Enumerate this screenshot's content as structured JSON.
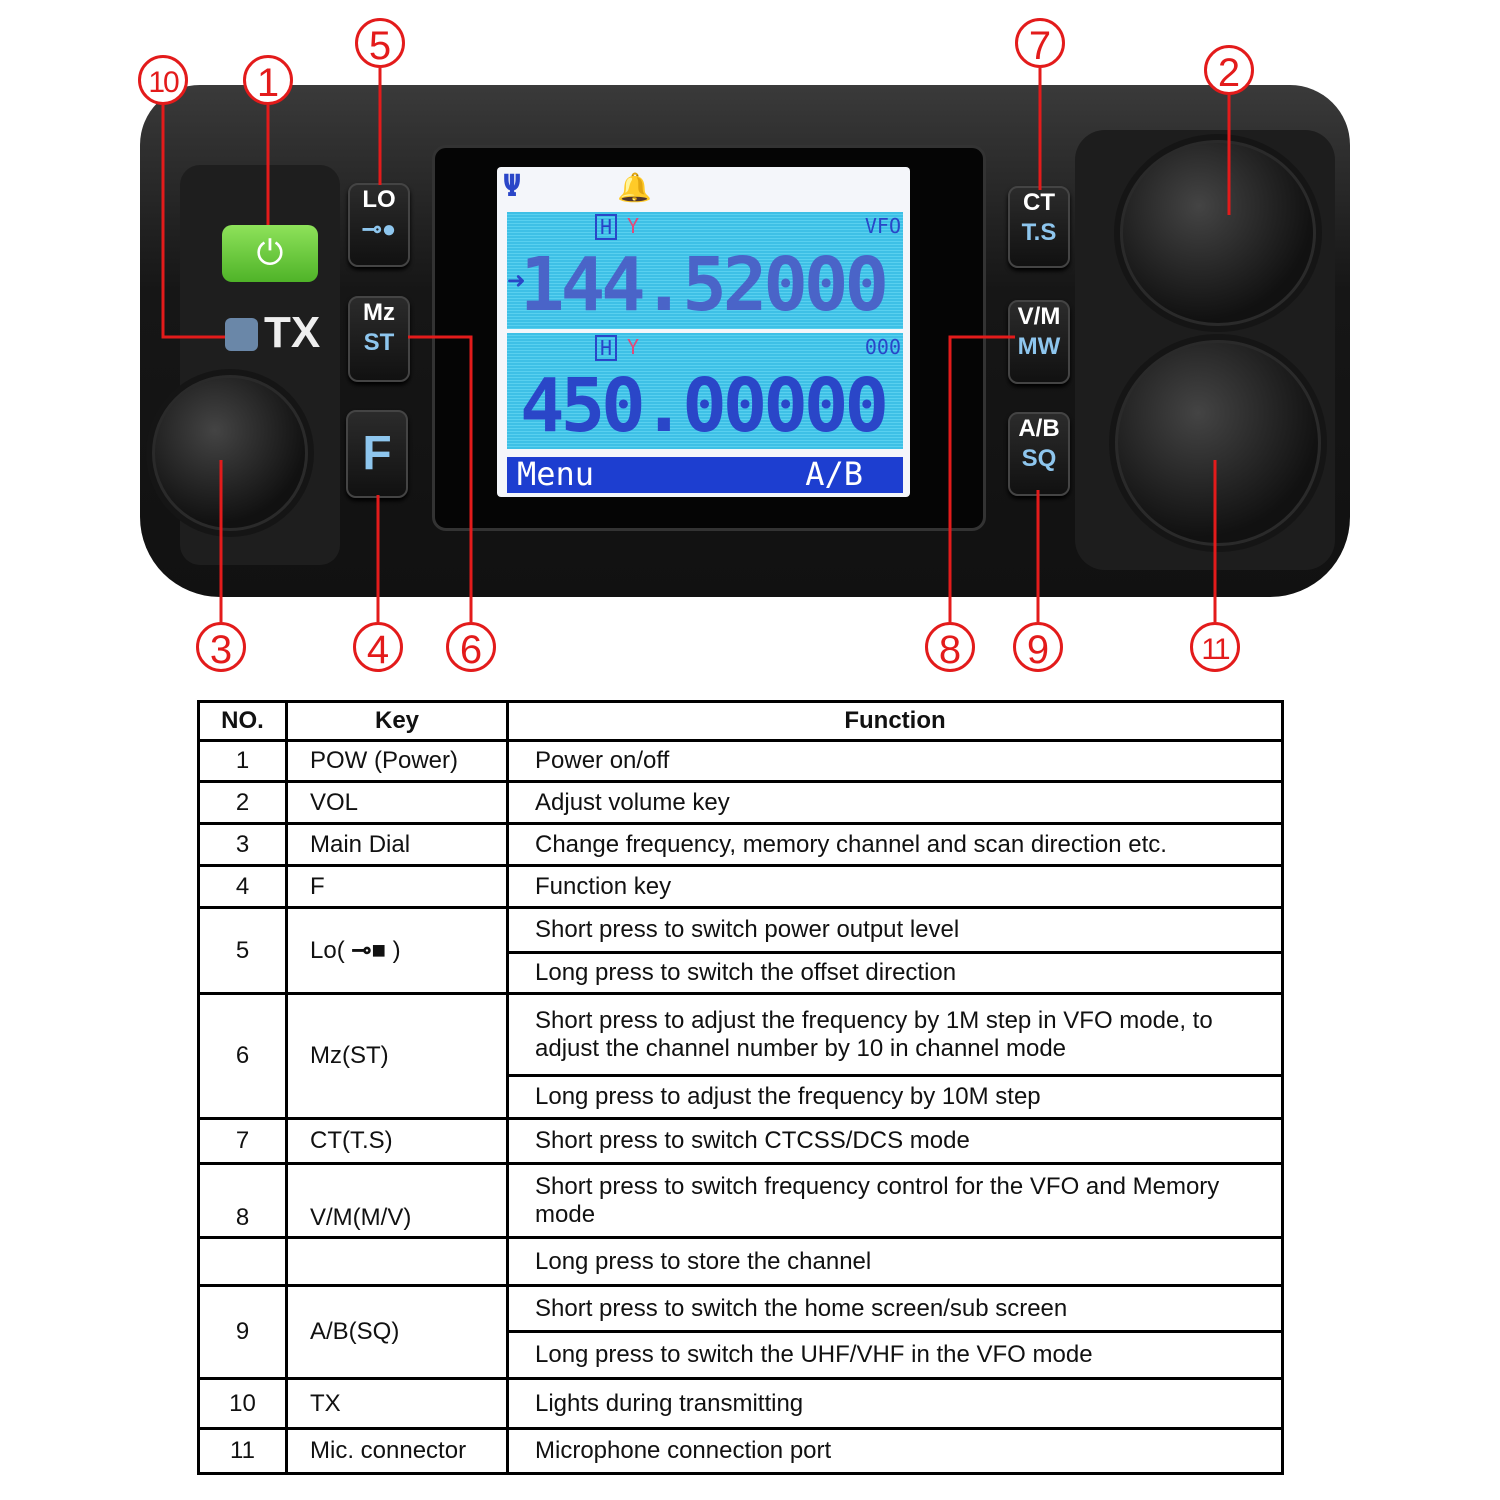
{
  "radio": {
    "lcd": {
      "freq_a": "144.52000",
      "freq_b": "450.00000",
      "mode_a": "VFO",
      "channel_b": "000",
      "power_a": "H",
      "power_b": "H",
      "softkey_left": "Menu",
      "softkey_right": "A/B",
      "icons": [
        "antenna-signal-icon",
        "bell-icon",
        "arrow-right-icon"
      ]
    },
    "keys": {
      "lo": "LO",
      "mz": "Mz",
      "st": "ST",
      "f": "F",
      "ct": "CT",
      "ts": "T.S",
      "vm": "V/M",
      "mw": "MW",
      "ab": "A/B",
      "sq": "SQ",
      "tx": "TX"
    },
    "callouts": [
      "1",
      "2",
      "3",
      "4",
      "5",
      "6",
      "7",
      "8",
      "9",
      "10",
      "11"
    ],
    "colors": {
      "callout": "#e31b1b",
      "power_button": "#6fd13e",
      "lcd_text": "#2a46c8",
      "lcd_band": "#4ac8ea"
    }
  },
  "table": {
    "headers": [
      "NO.",
      "Key",
      "Function"
    ],
    "rows": [
      {
        "no": "1",
        "key": "POW (Power)",
        "functions": [
          "Power on/off"
        ]
      },
      {
        "no": "2",
        "key": "VOL",
        "functions": [
          "Adjust volume key"
        ]
      },
      {
        "no": "3",
        "key": "Main Dial",
        "functions": [
          "Change frequency, memory channel and scan direction etc."
        ]
      },
      {
        "no": "4",
        "key": "F",
        "functions": [
          "Function key"
        ]
      },
      {
        "no": "5",
        "key": "Lo(",
        "key_suffix": ")",
        "key_icon": "key-icon",
        "functions": [
          "Short press to switch power output level",
          "Long press to switch the offset direction"
        ]
      },
      {
        "no": "6",
        "key": "Mz(ST)",
        "functions": [
          "Short press to adjust the frequency by 1M step in VFO mode, to adjust the channel number by 10 in channel mode",
          "Long press to adjust the frequency by 10M step"
        ]
      },
      {
        "no": "7",
        "key": "CT(T.S)",
        "functions": [
          "Short press to switch CTCSS/DCS mode"
        ]
      },
      {
        "no": "8",
        "key": "V/M(M/V)",
        "functions": [
          "Short press to switch frequency control for the VFO and Memory mode",
          "Long press to store the channel"
        ]
      },
      {
        "no": "9",
        "key": "A/B(SQ)",
        "functions": [
          "Short press to switch the home screen/sub screen",
          "Long press to switch the UHF/VHF in the VFO mode"
        ]
      },
      {
        "no": "10",
        "key": "TX",
        "functions": [
          "Lights during transmitting"
        ]
      },
      {
        "no": "11",
        "key": "Mic. connector",
        "functions": [
          "Microphone connection port"
        ]
      }
    ]
  }
}
